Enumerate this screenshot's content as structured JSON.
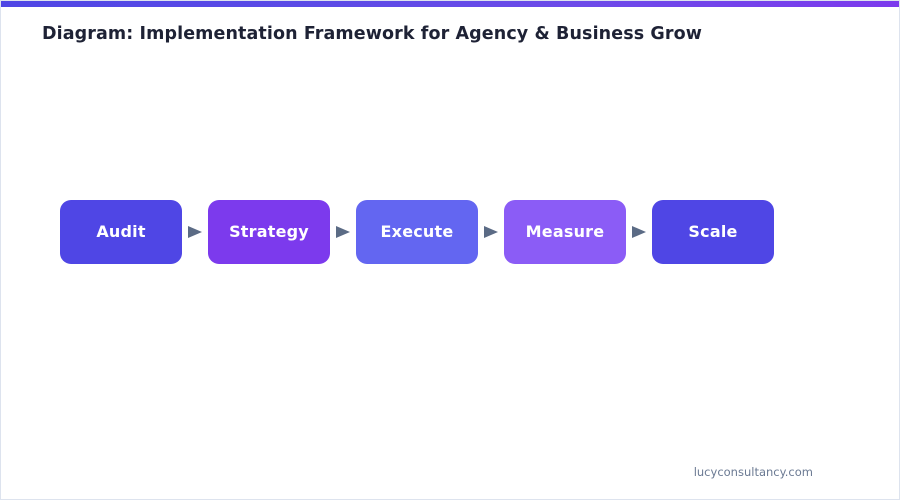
{
  "theme": {
    "accent_start": "#4f46e5",
    "accent_end": "#7c3aed",
    "canvas_bg": "#ffffff",
    "border_color": "#dde3ee",
    "title_color": "#1e2235",
    "arrow_color": "#5b6b85",
    "node_text_color": "#ffffff",
    "footer_color": "#6b7a93"
  },
  "header": {
    "title": "Diagram: Implementation Framework for Agency & Business Grow"
  },
  "diagram": {
    "type": "linear-process-flow",
    "orientation": "horizontal",
    "connector": "triangle-arrow",
    "nodes": [
      {
        "label": "Audit",
        "color": "#4f46e5",
        "width": 122
      },
      {
        "label": "Strategy",
        "color": "#7c3aed",
        "width": 122
      },
      {
        "label": "Execute",
        "color": "#6366f1",
        "width": 122
      },
      {
        "label": "Measure",
        "color": "#8b5cf6",
        "width": 122
      },
      {
        "label": "Scale",
        "color": "#4f46e5",
        "width": 122
      }
    ],
    "arrows": [
      {
        "name": "arrow-audit-to-strategy"
      },
      {
        "name": "arrow-strategy-to-execute"
      },
      {
        "name": "arrow-execute-to-measure"
      },
      {
        "name": "arrow-measure-to-scale"
      }
    ]
  },
  "footer": {
    "attribution": "lucyconsultancy.com"
  }
}
